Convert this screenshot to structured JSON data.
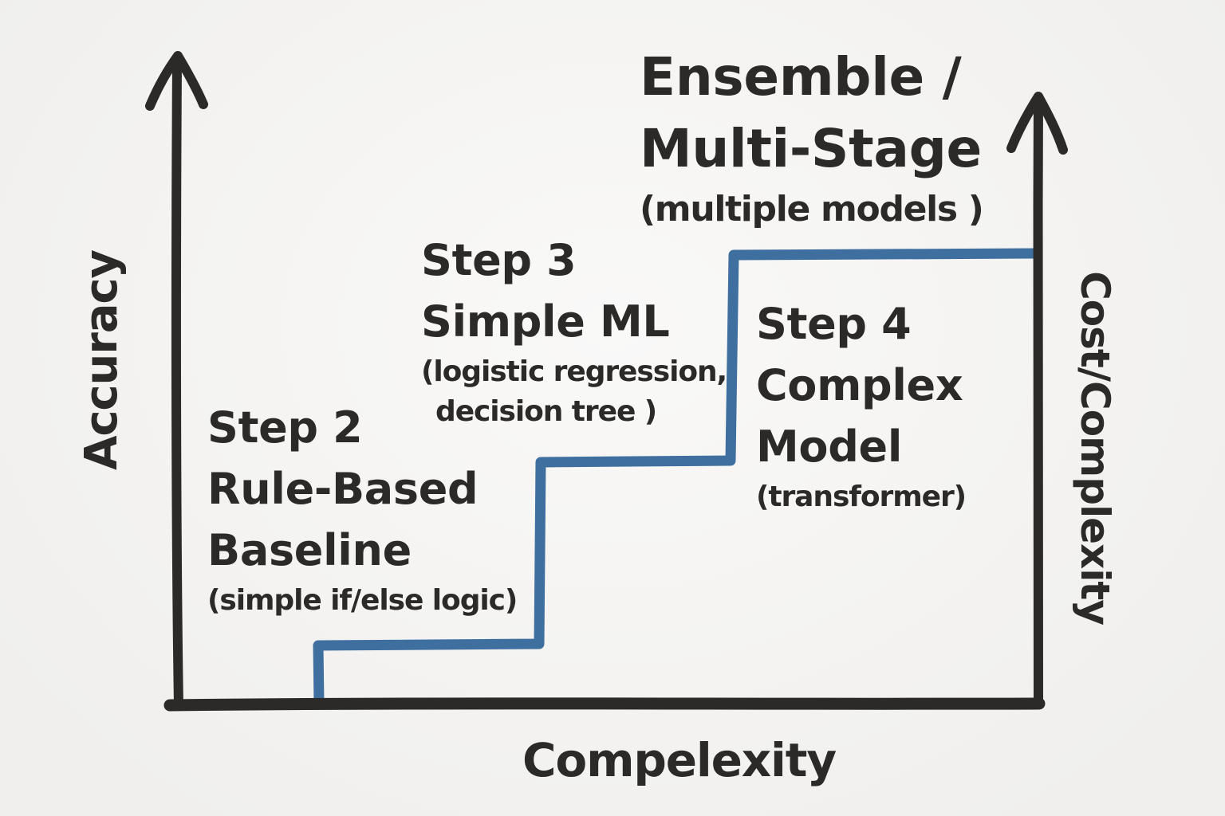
{
  "colors": {
    "paper": "#f4f3f1",
    "ink": "#2b2a28",
    "accent": "#3f6f9f"
  },
  "labels": {
    "y_axis": "Accuracy",
    "x_axis": "Compelexity",
    "right_axis": "Cost/Complexity"
  },
  "steps": {
    "step2": {
      "title": "Step 2",
      "line1": "Rule-Based",
      "line2": "Baseline",
      "note1": "(simple if/else logic)"
    },
    "step3": {
      "title": "Step 3",
      "line1": "Simple ML",
      "note1": "(logistic regression,",
      "note2": "decision tree )"
    },
    "step4": {
      "title": "Step 4",
      "line1": "Complex",
      "line2": "Model",
      "note1": "(transformer)"
    },
    "ensemble": {
      "title": "Ensemble /",
      "line1": "Multi-Stage",
      "note1": "(multiple models )"
    }
  },
  "staircase": {
    "points": [
      [
        400,
        883
      ],
      [
        399,
        810
      ],
      [
        676,
        808
      ],
      [
        678,
        580
      ],
      [
        916,
        578
      ],
      [
        920,
        320
      ],
      [
        1297,
        318
      ]
    ],
    "stroke_width": 13
  }
}
